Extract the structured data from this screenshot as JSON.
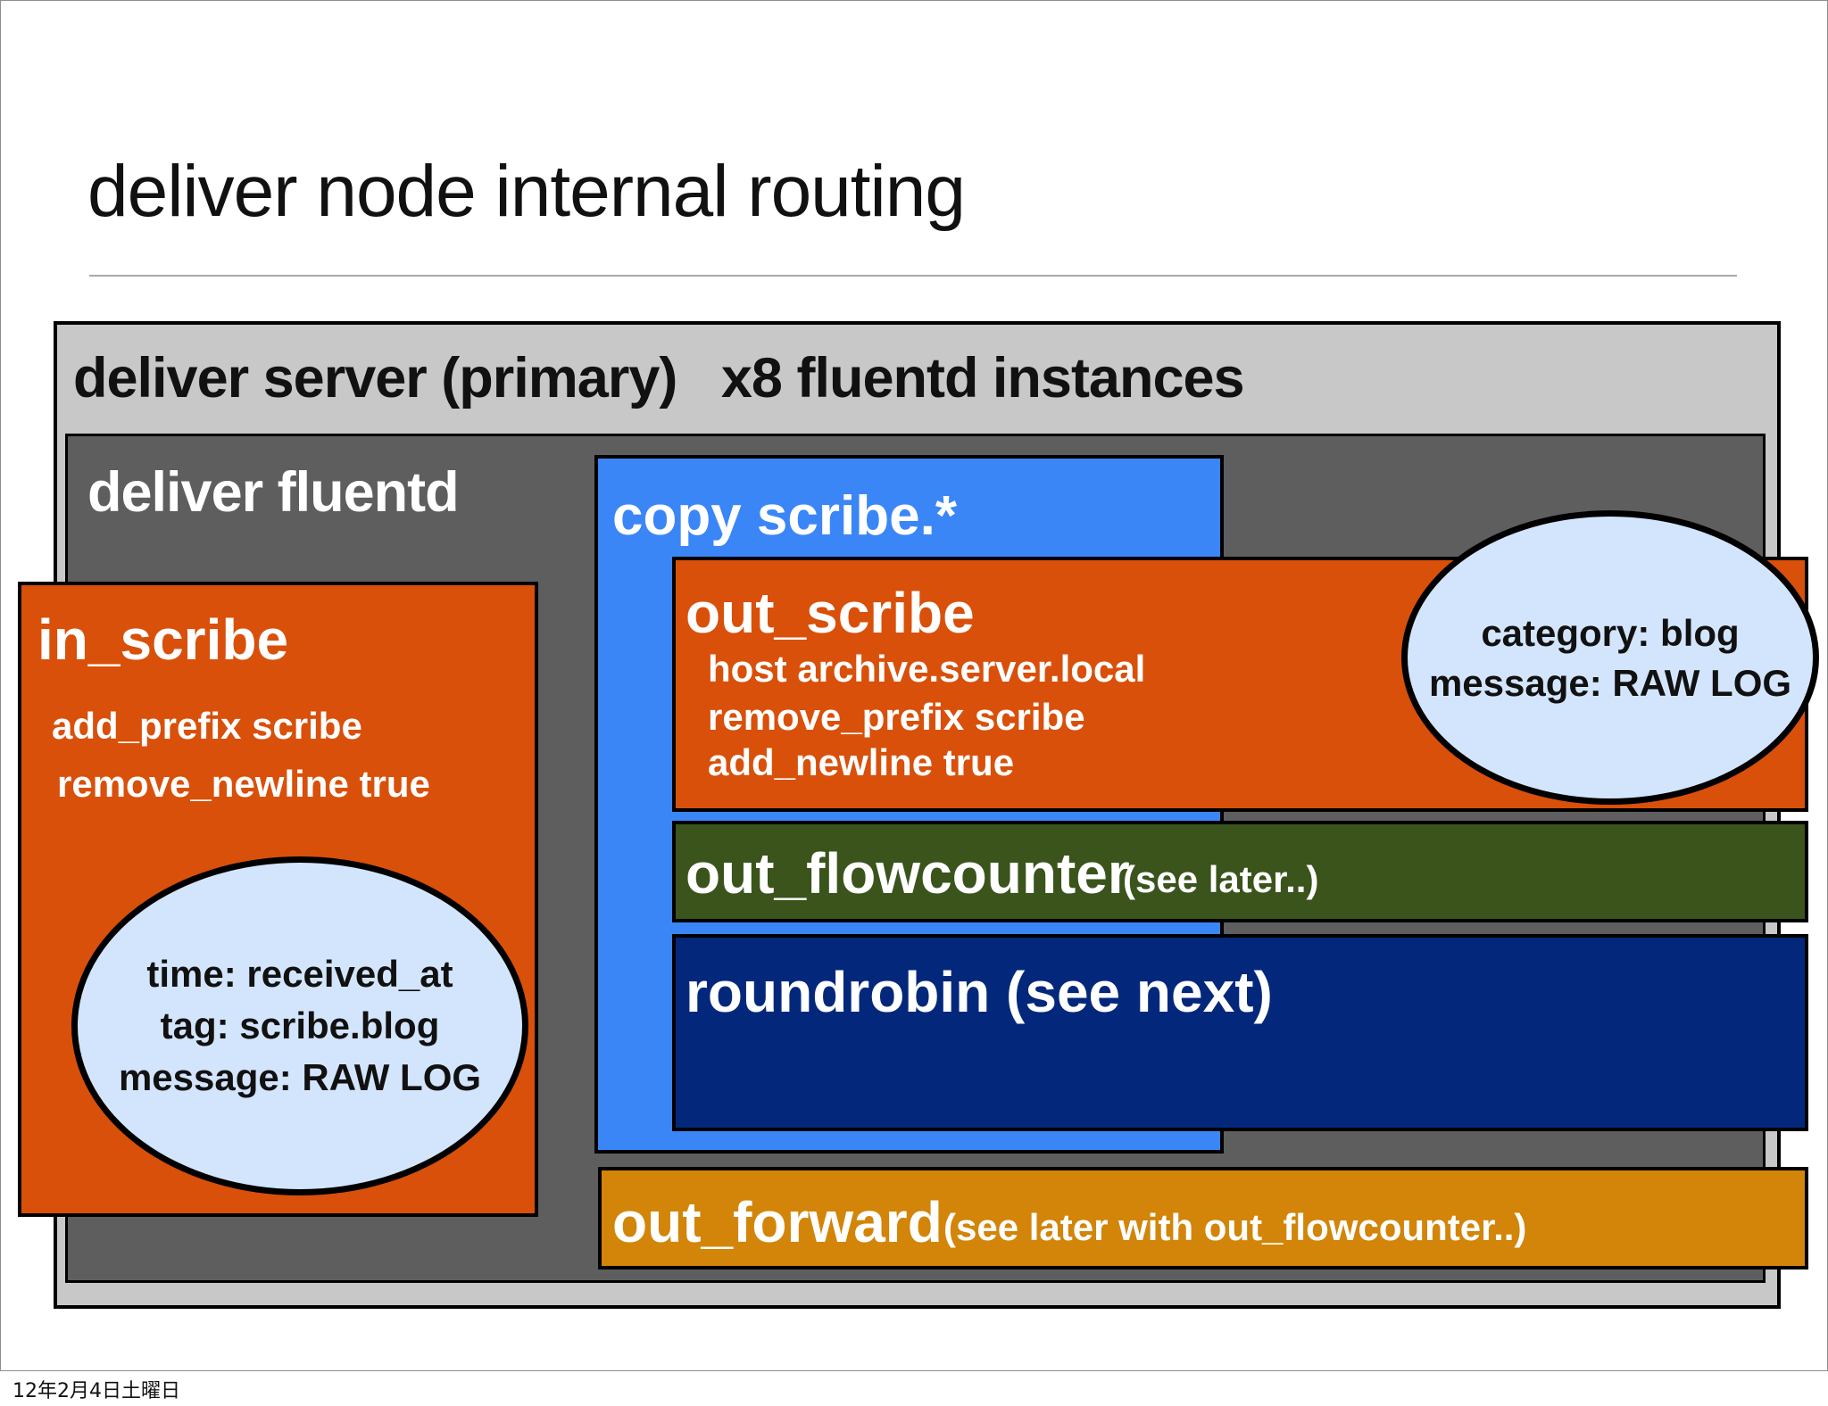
{
  "slide": {
    "title": "deliver node internal routing",
    "date": "12年2月4日土曜日"
  },
  "server": {
    "label": "deliver server (primary)   x8 fluentd instances"
  },
  "fluentd": {
    "label": "deliver fluentd"
  },
  "in_scribe": {
    "name": "in_scribe",
    "line1": "add_prefix scribe",
    "line2": "remove_newline true",
    "record": [
      "time: received_at",
      "tag: scribe.blog",
      "message: RAW LOG"
    ]
  },
  "copy": {
    "name": "copy scribe.*"
  },
  "out_scribe": {
    "name": "out_scribe",
    "lines": [
      "host archive.server.local",
      "remove_prefix scribe",
      "add_newline true"
    ],
    "record": [
      "category: blog",
      "message: RAW LOG"
    ]
  },
  "out_flowcounter": {
    "name": "out_flowcounter",
    "note": "(see later..)"
  },
  "roundrobin": {
    "name": "roundrobin (see next)"
  },
  "out_forward": {
    "name": "out_forward",
    "note": "(see later with out_flowcounter..)"
  },
  "colors": {
    "server_bg": "#c8c8c8",
    "fluentd_bg": "#5e5e5e",
    "orange": "#d9500a",
    "blue": "#3b86f7",
    "green": "#3a541c",
    "navy": "#03287b",
    "amber": "#d28508",
    "oval": "#d3e5fd"
  }
}
